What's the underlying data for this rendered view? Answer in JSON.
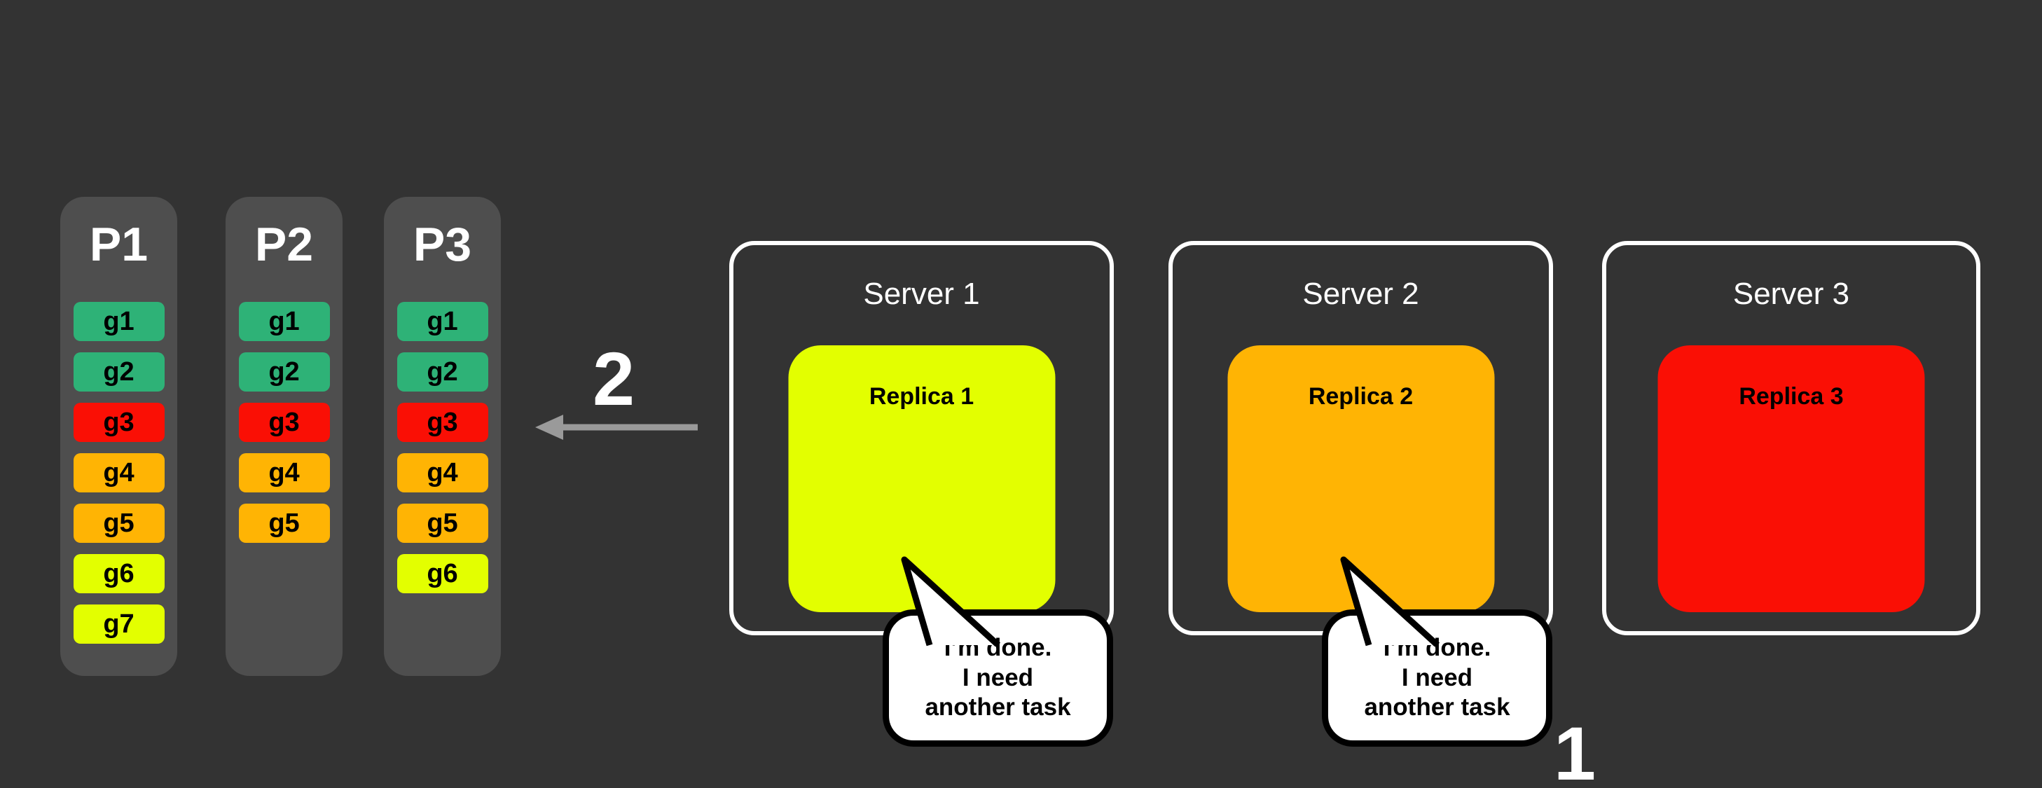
{
  "canvas": {
    "background": "#333333",
    "panel_color": "#4e4e4e"
  },
  "partitions": [
    {
      "label": "P1",
      "tasks": [
        {
          "id": "g1",
          "color": "#2eb277"
        },
        {
          "id": "g2",
          "color": "#2eb277"
        },
        {
          "id": "g3",
          "color": "#fa0f05"
        },
        {
          "id": "g4",
          "color": "#ffb404"
        },
        {
          "id": "g5",
          "color": "#ffb404"
        },
        {
          "id": "g6",
          "color": "#e3ff00"
        },
        {
          "id": "g7",
          "color": "#e3ff00"
        }
      ]
    },
    {
      "label": "P2",
      "tasks": [
        {
          "id": "g1",
          "color": "#2eb277"
        },
        {
          "id": "g2",
          "color": "#2eb277"
        },
        {
          "id": "g3",
          "color": "#fa0f05"
        },
        {
          "id": "g4",
          "color": "#ffb404"
        },
        {
          "id": "g5",
          "color": "#ffb404"
        }
      ]
    },
    {
      "label": "P3",
      "tasks": [
        {
          "id": "g1",
          "color": "#2eb277"
        },
        {
          "id": "g2",
          "color": "#2eb277"
        },
        {
          "id": "g3",
          "color": "#fa0f05"
        },
        {
          "id": "g4",
          "color": "#ffb404"
        },
        {
          "id": "g5",
          "color": "#ffb404"
        },
        {
          "id": "g6",
          "color": "#e3ff00"
        }
      ]
    }
  ],
  "arrow": {
    "label": "2",
    "color": "#9a9a9a"
  },
  "servers": [
    {
      "label": "Server 1",
      "replica": {
        "label": "Replica 1",
        "color": "#e3ff00"
      }
    },
    {
      "label": "Server 2",
      "replica": {
        "label": "Replica 2",
        "color": "#ffb404"
      }
    },
    {
      "label": "Server 3",
      "replica": {
        "label": "Replica 3",
        "color": "#fa0f05"
      }
    }
  ],
  "bubbles": [
    {
      "lines": [
        "I’m done.",
        "I need",
        "another task"
      ]
    },
    {
      "lines": [
        "I’m done.",
        "I need",
        "another task"
      ]
    }
  ],
  "step_label": "1"
}
